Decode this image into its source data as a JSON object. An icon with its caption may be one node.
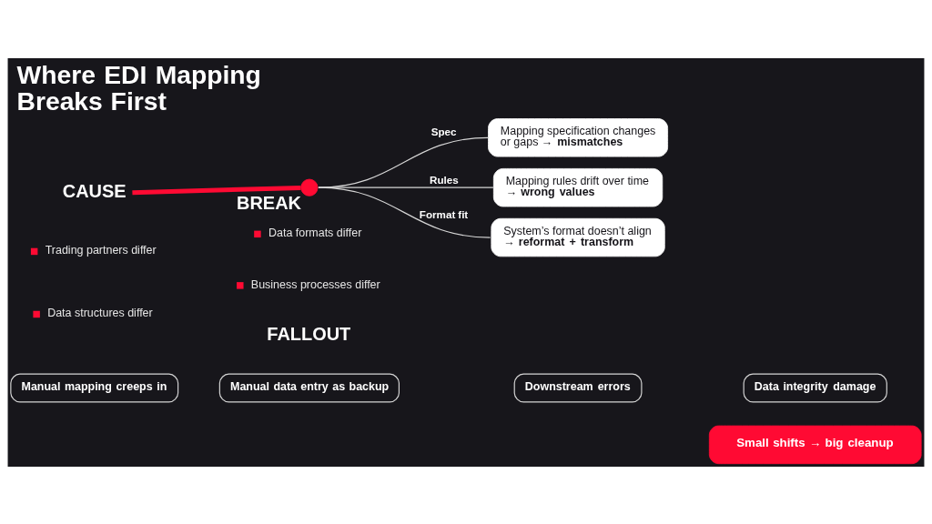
{
  "diagram": {
    "title": "Where EDI Mapping Breaks First",
    "nodes": [
      {
        "text": [
          "CAUSE"
        ]
      },
      {
        "text": [
          "BREAK"
        ]
      },
      {
        "text": [
          "Mapping specification changes or gaps → **mismatches**"
        ]
      },
      {
        "text": [
          "Mapping rules drift over time → **wrong values**"
        ]
      },
      {
        "text": [
          "System’s format doesn’t align → **reformat + transform**"
        ]
      },
      {
        "text": [
          "Manual mapping creeps in"
        ]
      },
      {
        "text": [
          "Manual data entry as backup"
        ]
      },
      {
        "text": [
          "Downstream errors"
        ]
      },
      {
        "text": [
          "Data integrity damage"
        ]
      },
      {
        "text": [
          "Small shifts → big cleanup"
        ]
      }
    ],
    "edges": [
      {
        "from": 0,
        "to": 1,
        "arrow": "none",
        "style": "thick",
        "color": "#ff0a33"
      },
      {
        "from": 1,
        "to": 2,
        "arrow": "none",
        "label": "Spec"
      },
      {
        "from": 1,
        "to": 3,
        "arrow": "none",
        "label": "Rules"
      },
      {
        "from": 1,
        "to": 4,
        "arrow": "none",
        "label": "Format fit"
      }
    ],
    "labels": [
      "Trading partners differ",
      "Data formats differ",
      "Data structures differ",
      "Business processes differ",
      "FALLOUT"
    ]
  }
}
